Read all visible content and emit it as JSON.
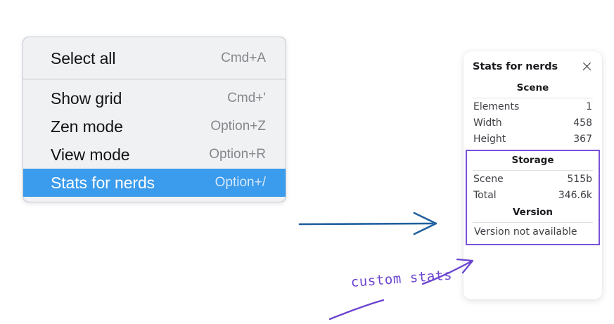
{
  "menu": {
    "groups": [
      {
        "items": [
          {
            "label": "Select all",
            "shortcut": "Cmd+A",
            "selected": false
          }
        ]
      },
      {
        "items": [
          {
            "label": "Show grid",
            "shortcut": "Cmd+'",
            "selected": false
          },
          {
            "label": "Zen mode",
            "shortcut": "Option+Z",
            "selected": false
          },
          {
            "label": "View mode",
            "shortcut": "Option+R",
            "selected": false
          },
          {
            "label": "Stats for nerds",
            "shortcut": "Option+/",
            "selected": true
          }
        ]
      }
    ],
    "highlight_color": "#3b9bec"
  },
  "stats_panel": {
    "title": "Stats for nerds",
    "close_icon": "close-icon",
    "sections": [
      {
        "heading": "Scene",
        "rows": [
          {
            "label": "Elements",
            "value": "1"
          },
          {
            "label": "Width",
            "value": "458"
          },
          {
            "label": "Height",
            "value": "367"
          }
        ]
      },
      {
        "heading": "Storage",
        "rows": [
          {
            "label": "Scene",
            "value": "515b"
          },
          {
            "label": "Total",
            "value": "346.6k"
          }
        ]
      },
      {
        "heading": "Version",
        "single": "Version not available"
      }
    ],
    "highlight_border_color": "#7a52d6"
  },
  "annotations": {
    "blue_arrow": {
      "name": "blue-arrow",
      "color": "#1f5f9e"
    },
    "purple_arrow": {
      "name": "purple-arrow",
      "color": "#6b45cf"
    },
    "purple_underline": {
      "name": "purple-underline-stroke",
      "color": "#6b45cf"
    },
    "handwritten_label": "custom stats"
  }
}
